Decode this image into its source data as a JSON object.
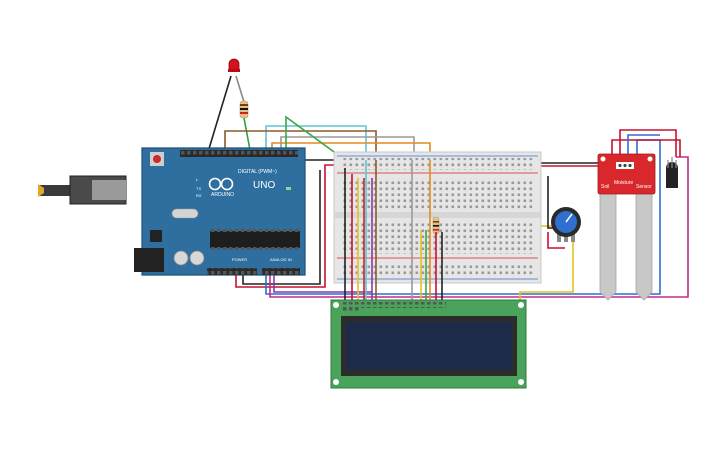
{
  "arduino": {
    "brand": "ARDUINO",
    "model": "UNO",
    "digital_header": "DIGITAL (PWM~)",
    "power_label": "POWER",
    "analog_label": "ANALOG IN",
    "tx_label": "TX",
    "rx_label": "RX",
    "l_label": "L"
  },
  "soil_sensor": {
    "label_left": "Soil",
    "label_mid": "Moisture",
    "label_right": "Sensor"
  },
  "colors": {
    "board_blue": "#2f6fa0",
    "breadboard": "#e6e6e6",
    "lcd_pcb": "#4aa35a",
    "lcd_screen": "#1d2a4a",
    "sensor_red": "#d9282b",
    "wire_red": "#c8102e",
    "wire_black": "#222222",
    "wire_green": "#39a845",
    "wire_cyan": "#5fc4d6",
    "wire_brown": "#8a5a2b",
    "wire_gray": "#8c8c8c",
    "wire_orange": "#e38b1f",
    "wire_yellow": "#e7c21c",
    "wire_blue": "#2f6fd0",
    "wire_purple": "#8a3aa8",
    "wire_magenta": "#c02b8a"
  }
}
